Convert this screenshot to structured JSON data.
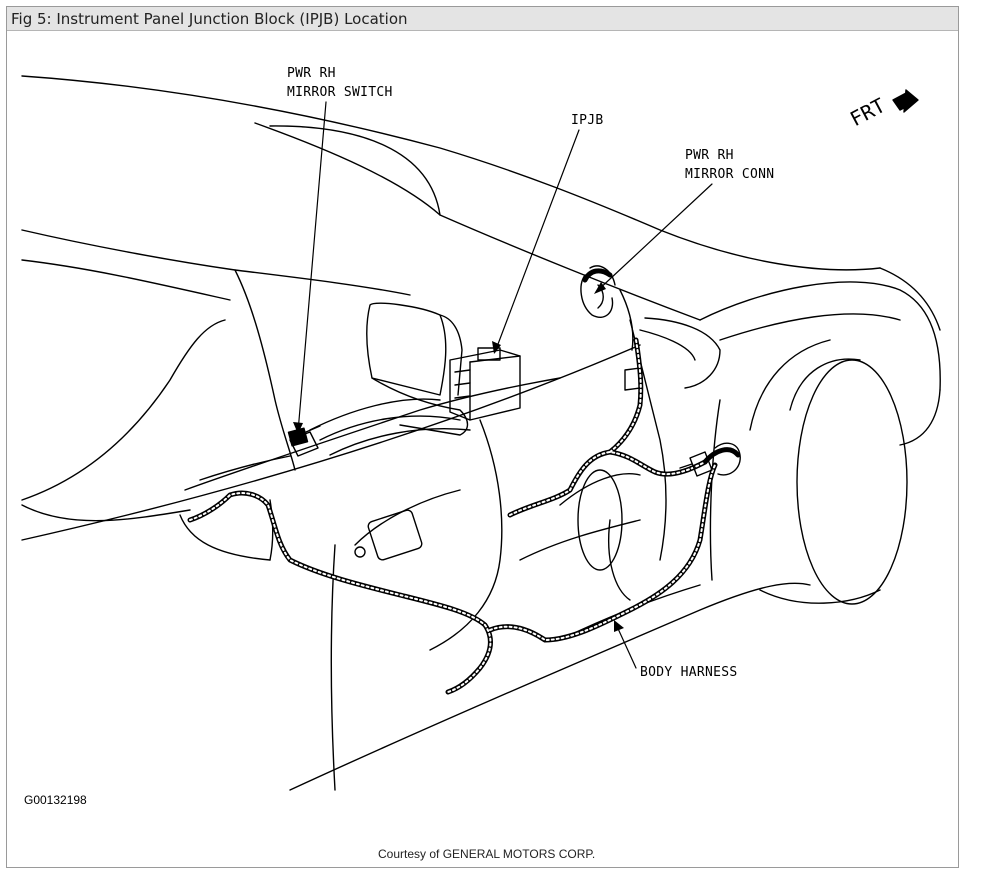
{
  "figure": {
    "title": "Fig 5: Instrument Panel Junction Block (IPJB) Location",
    "figure_id": "G00132198",
    "credit": "Courtesy of GENERAL MOTORS CORP."
  },
  "labels": {
    "pwr_rh_mirror_switch_line1": "PWR RH",
    "pwr_rh_mirror_switch_line2": "MIRROR SWITCH",
    "ipjb": "IPJB",
    "pwr_rh_mirror_conn_line1": "PWR RH",
    "pwr_rh_mirror_conn_line2": "MIRROR CONN",
    "body_harness": "BODY HARNESS",
    "frt": "FRT"
  }
}
